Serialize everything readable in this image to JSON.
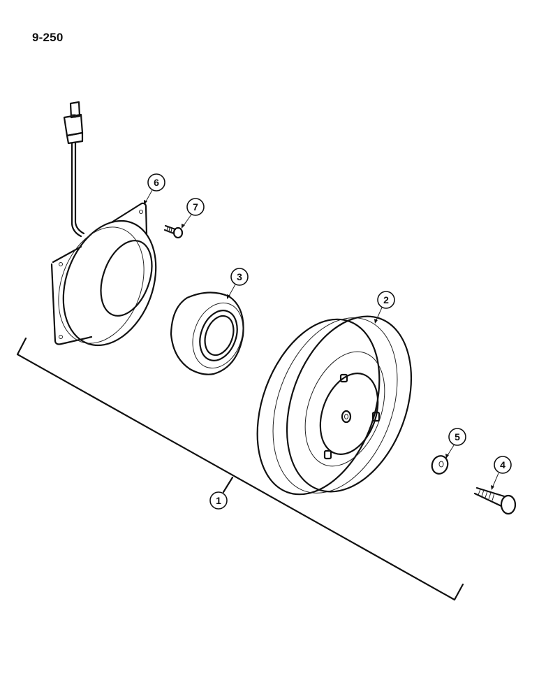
{
  "page": {
    "number": "9-250"
  },
  "diagram": {
    "type": "exploded-parts-view",
    "callouts": [
      {
        "id": "1",
        "label": "1",
        "part": "clutch-assembly-bracket"
      },
      {
        "id": "2",
        "label": "2",
        "part": "pulley"
      },
      {
        "id": "3",
        "label": "3",
        "part": "bearing"
      },
      {
        "id": "4",
        "label": "4",
        "part": "bolt"
      },
      {
        "id": "5",
        "label": "5",
        "part": "washer"
      },
      {
        "id": "6",
        "label": "6",
        "part": "field-coil"
      },
      {
        "id": "7",
        "label": "7",
        "part": "screw"
      }
    ]
  },
  "colors": {
    "ink": "#111111",
    "paper": "#ffffff"
  }
}
